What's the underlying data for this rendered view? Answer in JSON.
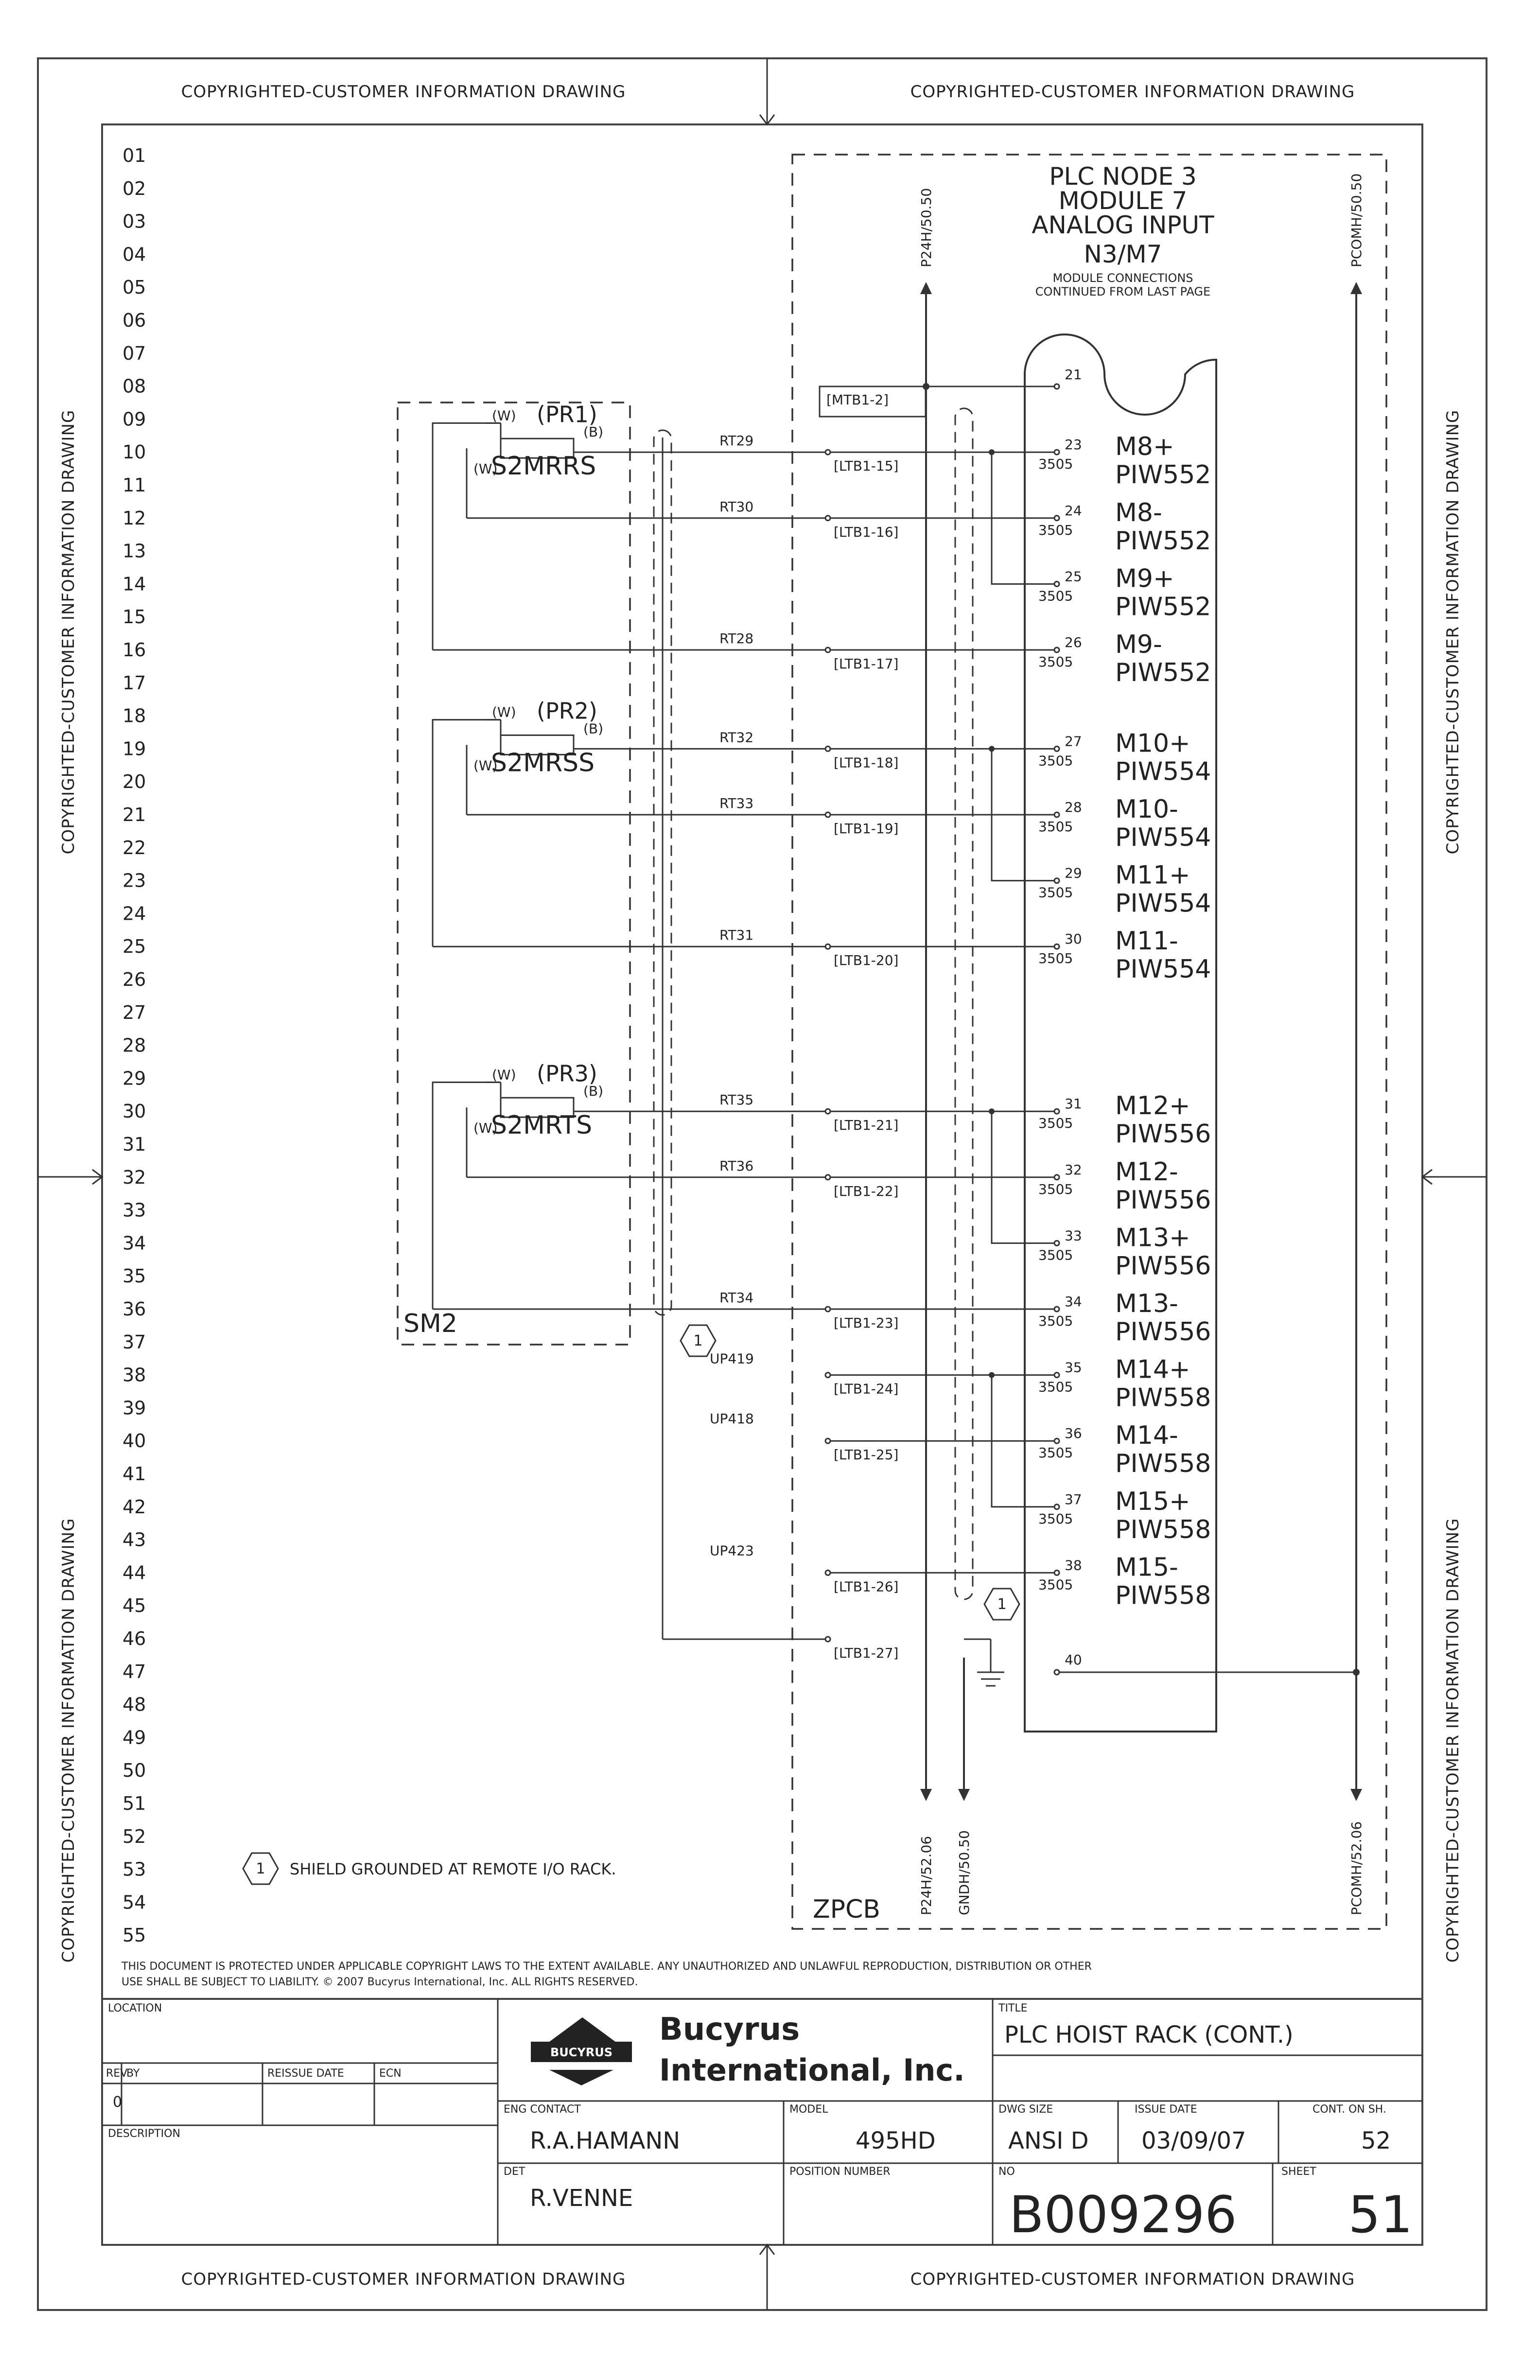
{
  "copyright_label": "COPYRIGHTED-CUSTOMER INFORMATION DRAWING",
  "row_numbers": [
    "01",
    "02",
    "03",
    "04",
    "05",
    "06",
    "07",
    "08",
    "09",
    "10",
    "11",
    "12",
    "13",
    "14",
    "15",
    "16",
    "17",
    "18",
    "19",
    "20",
    "21",
    "22",
    "23",
    "24",
    "25",
    "26",
    "27",
    "28",
    "29",
    "30",
    "31",
    "32",
    "33",
    "34",
    "35",
    "36",
    "37",
    "38",
    "39",
    "40",
    "41",
    "42",
    "43",
    "44",
    "45",
    "46",
    "47",
    "48",
    "49",
    "50",
    "51",
    "52",
    "53",
    "54",
    "55"
  ],
  "module": {
    "line1": "PLC NODE 3",
    "line2": "MODULE 7",
    "line3": "ANALOG INPUT",
    "line4": "N3/M7",
    "note1": "MODULE CONNECTIONS",
    "note2": "CONTINUED FROM LAST PAGE",
    "zone_label": "ZPCB"
  },
  "power_refs": {
    "p24h_top": "P24H/50.50",
    "pcomh_top": "PCOMH/50.50",
    "p24h_bottom": "P24H/52.06",
    "gndh_bottom": "GNDH/50.50",
    "pcomh_bottom": "PCOMH/52.06"
  },
  "sensor_box_label": "SM2",
  "sensors": [
    {
      "ref": "(PR1)",
      "name": "S2MRRS",
      "w": "(W)",
      "b": "(B)"
    },
    {
      "ref": "(PR2)",
      "name": "S2MRSS",
      "w": "(W)",
      "b": "(B)"
    },
    {
      "ref": "(PR3)",
      "name": "S2MRTS",
      "w": "(W)",
      "b": "(B)"
    }
  ],
  "mtb_label": "[MTB1-2]",
  "terminal_21": "21",
  "terminal_40": "40",
  "cables": [
    "RT29",
    "RT30",
    "RT28",
    "RT32",
    "RT33",
    "RT31",
    "RT35",
    "RT36",
    "RT34",
    "UP419",
    "UP418",
    "UP423"
  ],
  "ltb": [
    "[LTB1-15]",
    "[LTB1-16]",
    "[LTB1-17]",
    "[LTB1-18]",
    "[LTB1-19]",
    "[LTB1-20]",
    "[LTB1-21]",
    "[LTB1-22]",
    "[LTB1-23]",
    "[LTB1-24]",
    "[LTB1-25]",
    "[LTB1-26]",
    "[LTB1-27]"
  ],
  "inputs": [
    {
      "num": "23",
      "wire": "3505",
      "name": "M8+",
      "addr": "PIW552"
    },
    {
      "num": "24",
      "wire": "3505",
      "name": "M8-",
      "addr": "PIW552"
    },
    {
      "num": "25",
      "wire": "3505",
      "name": "M9+",
      "addr": "PIW552"
    },
    {
      "num": "26",
      "wire": "3505",
      "name": "M9-",
      "addr": "PIW552"
    },
    {
      "num": "27",
      "wire": "3505",
      "name": "M10+",
      "addr": "PIW554"
    },
    {
      "num": "28",
      "wire": "3505",
      "name": "M10-",
      "addr": "PIW554"
    },
    {
      "num": "29",
      "wire": "3505",
      "name": "M11+",
      "addr": "PIW554"
    },
    {
      "num": "30",
      "wire": "3505",
      "name": "M11-",
      "addr": "PIW554"
    },
    {
      "num": "31",
      "wire": "3505",
      "name": "M12+",
      "addr": "PIW556"
    },
    {
      "num": "32",
      "wire": "3505",
      "name": "M12-",
      "addr": "PIW556"
    },
    {
      "num": "33",
      "wire": "3505",
      "name": "M13+",
      "addr": "PIW556"
    },
    {
      "num": "34",
      "wire": "3505",
      "name": "M13-",
      "addr": "PIW556"
    },
    {
      "num": "35",
      "wire": "3505",
      "name": "M14+",
      "addr": "PIW558"
    },
    {
      "num": "36",
      "wire": "3505",
      "name": "M14-",
      "addr": "PIW558"
    },
    {
      "num": "37",
      "wire": "3505",
      "name": "M15+",
      "addr": "PIW558"
    },
    {
      "num": "38",
      "wire": "3505",
      "name": "M15-",
      "addr": "PIW558"
    }
  ],
  "shield_note_num": "1",
  "shield_note": "SHIELD GROUNDED AT REMOTE I/O RACK.",
  "copyright_notice_1": "THIS DOCUMENT IS PROTECTED UNDER APPLICABLE COPYRIGHT LAWS TO THE EXTENT AVAILABLE. ANY UNAUTHORIZED AND UNLAWFUL REPRODUCTION, DISTRIBUTION OR OTHER",
  "copyright_notice_2": "USE SHALL BE SUBJECT TO LIABILITY. © 2007 Bucyrus International, Inc. ALL RIGHTS RESERVED.",
  "title_block": {
    "location_label": "LOCATION",
    "rev_label": "REV",
    "by_label": "BY",
    "reissue_label": "REISSUE DATE",
    "ecn_label": "ECN",
    "rev_value": "0",
    "description_label": "DESCRIPTION",
    "logo_text": "BUCYRUS",
    "company_line1": "Bucyrus",
    "company_line2": "International, Inc.",
    "title_label": "TITLE",
    "title": "PLC HOIST RACK (CONT.)",
    "eng_contact_label": "ENG CONTACT",
    "eng_contact": "R.A.HAMANN",
    "model_label": "MODEL",
    "model": "495HD",
    "dwg_size_label": "DWG SIZE",
    "dwg_size": "ANSI D",
    "issue_date_label": "ISSUE DATE",
    "issue_date": "03/09/07",
    "cont_label": "CONT. ON SH.",
    "cont": "52",
    "det_label": "DET",
    "det": "R.VENNE",
    "position_label": "POSITION NUMBER",
    "no_label": "NO",
    "drawing_no": "B009296",
    "sheet_label": "SHEET",
    "sheet": "51"
  }
}
